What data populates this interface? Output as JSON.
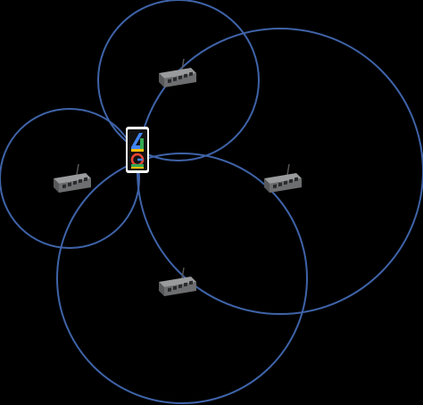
{
  "diagram": {
    "background": "#000000",
    "range_circle_color": "#3f63a8",
    "router_body_color": "#6d6e70",
    "router_top_color": "#9a9b9d",
    "router_port_color": "#2a2a2c",
    "phone_frame_color": "#ffffff",
    "phone_screen_color": "#111111",
    "logo_colors": [
      "#4285f4",
      "#34a853",
      "#fbbc05",
      "#ea4335"
    ],
    "nodes": [
      {
        "id": "router-top",
        "icon": "network-switch-icon"
      },
      {
        "id": "router-left",
        "icon": "network-switch-icon"
      },
      {
        "id": "router-right",
        "icon": "network-switch-icon"
      },
      {
        "id": "router-bottom",
        "icon": "network-switch-icon"
      },
      {
        "id": "phone",
        "icon": "smartphone-icon"
      }
    ]
  }
}
